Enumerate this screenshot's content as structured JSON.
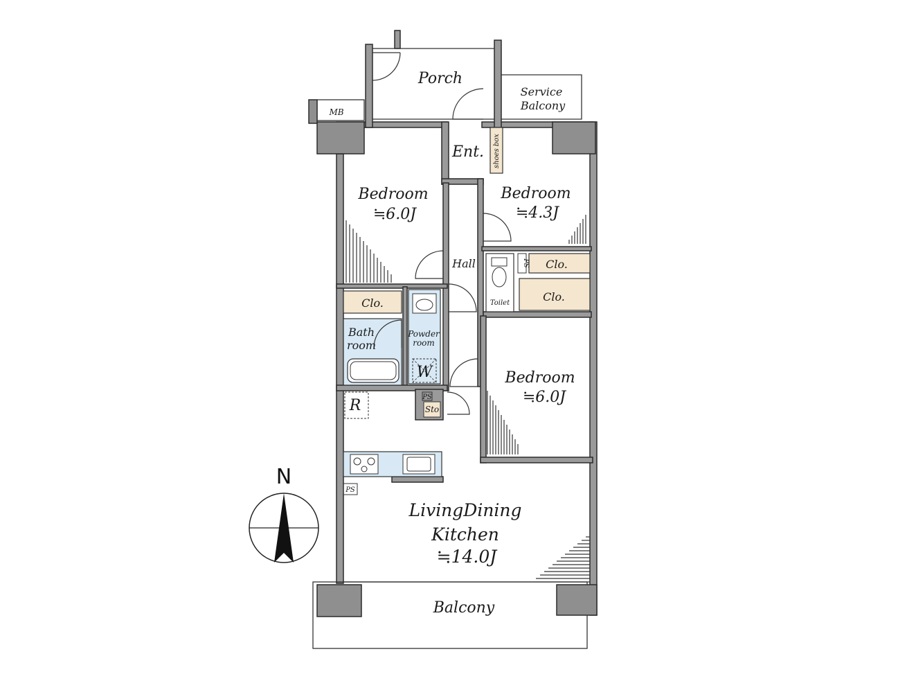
{
  "rooms": {
    "porch": "Porch",
    "service_balcony_line1": "Service",
    "service_balcony_line2": "Balcony",
    "mb": "MB",
    "entrance": "Ent.",
    "shoes_box": "shoes box",
    "bedroom_a": {
      "name": "Bedroom",
      "size": "≒6.0J"
    },
    "bedroom_b": {
      "name": "Bedroom",
      "size": "≒4.3J"
    },
    "bedroom_c": {
      "name": "Bedroom",
      "size": "≒6.0J"
    },
    "hall": "Hall",
    "closet_a": "Clo.",
    "closet_b": "Clo.",
    "closet_c": "Clo.",
    "bathroom_line1": "Bath",
    "bathroom_line2": "room",
    "powder_room_line1": "Powder",
    "powder_room_line2": "room",
    "washer": "W",
    "toilet": "Toilet",
    "ps_a": "PS",
    "ps_b": "PS",
    "ps_c": "PS",
    "storage": "Sto",
    "refrigerator": "R",
    "ldk": {
      "line1": "LivingDining",
      "line2": "Kitchen",
      "size": "≒14.0J"
    },
    "balcony": "Balcony"
  },
  "compass": {
    "label": "N"
  },
  "colors": {
    "closet_fill": "#f4e6cf",
    "wet_area_fill": "#d8e9f5",
    "wall_fill": "#9a9a9a"
  }
}
